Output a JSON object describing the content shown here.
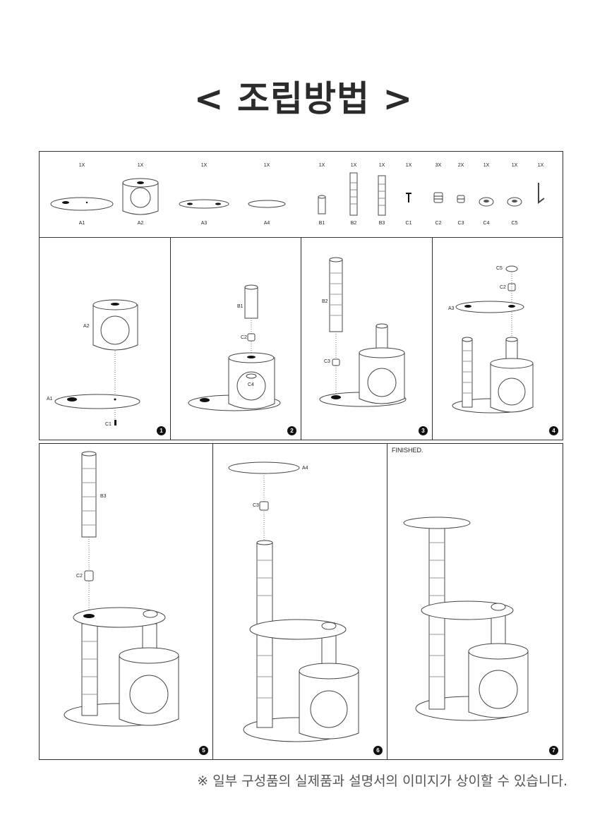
{
  "title": "< 조립방법 >",
  "parts": [
    {
      "qty": "1X",
      "name": "A1",
      "icon": "base-board-icon"
    },
    {
      "qty": "1X",
      "name": "A2",
      "icon": "cat-house-icon"
    },
    {
      "qty": "1X",
      "name": "A3",
      "icon": "middle-board-icon"
    },
    {
      "qty": "1X",
      "name": "A4",
      "icon": "top-disc-icon"
    },
    {
      "qty": "1X",
      "name": "B1",
      "icon": "short-post-icon"
    },
    {
      "qty": "1X",
      "name": "B2",
      "icon": "sisal-post-icon"
    },
    {
      "qty": "1X",
      "name": "B3",
      "icon": "sisal-post-icon"
    },
    {
      "qty": "1X",
      "name": "C1",
      "icon": "screw-icon"
    },
    {
      "qty": "3X",
      "name": "C2",
      "icon": "connector-icon"
    },
    {
      "qty": "2X",
      "name": "C3",
      "icon": "small-connector-icon"
    },
    {
      "qty": "1X",
      "name": "C4",
      "icon": "nut-icon"
    },
    {
      "qty": "1X",
      "name": "C5",
      "icon": "nut-icon"
    },
    {
      "qty": "1X",
      "name": "",
      "icon": "allen-key-icon"
    }
  ],
  "steps": [
    {
      "number": "1",
      "labels": [
        "A2",
        "A1",
        "C1"
      ]
    },
    {
      "number": "2",
      "labels": [
        "B1",
        "C2",
        "C4"
      ]
    },
    {
      "number": "3",
      "labels": [
        "B2",
        "C3"
      ]
    },
    {
      "number": "4",
      "labels": [
        "C5",
        "C2",
        "A3"
      ]
    },
    {
      "number": "5",
      "labels": [
        "B3",
        "C2"
      ]
    },
    {
      "number": "6",
      "labels": [
        "A4",
        "C3"
      ]
    },
    {
      "number": "7",
      "labels": []
    }
  ],
  "finished": "FINISHED.",
  "note": "※ 일부 구성품의 실제품과 설명서의 이미지가 상이할 수 있습니다."
}
